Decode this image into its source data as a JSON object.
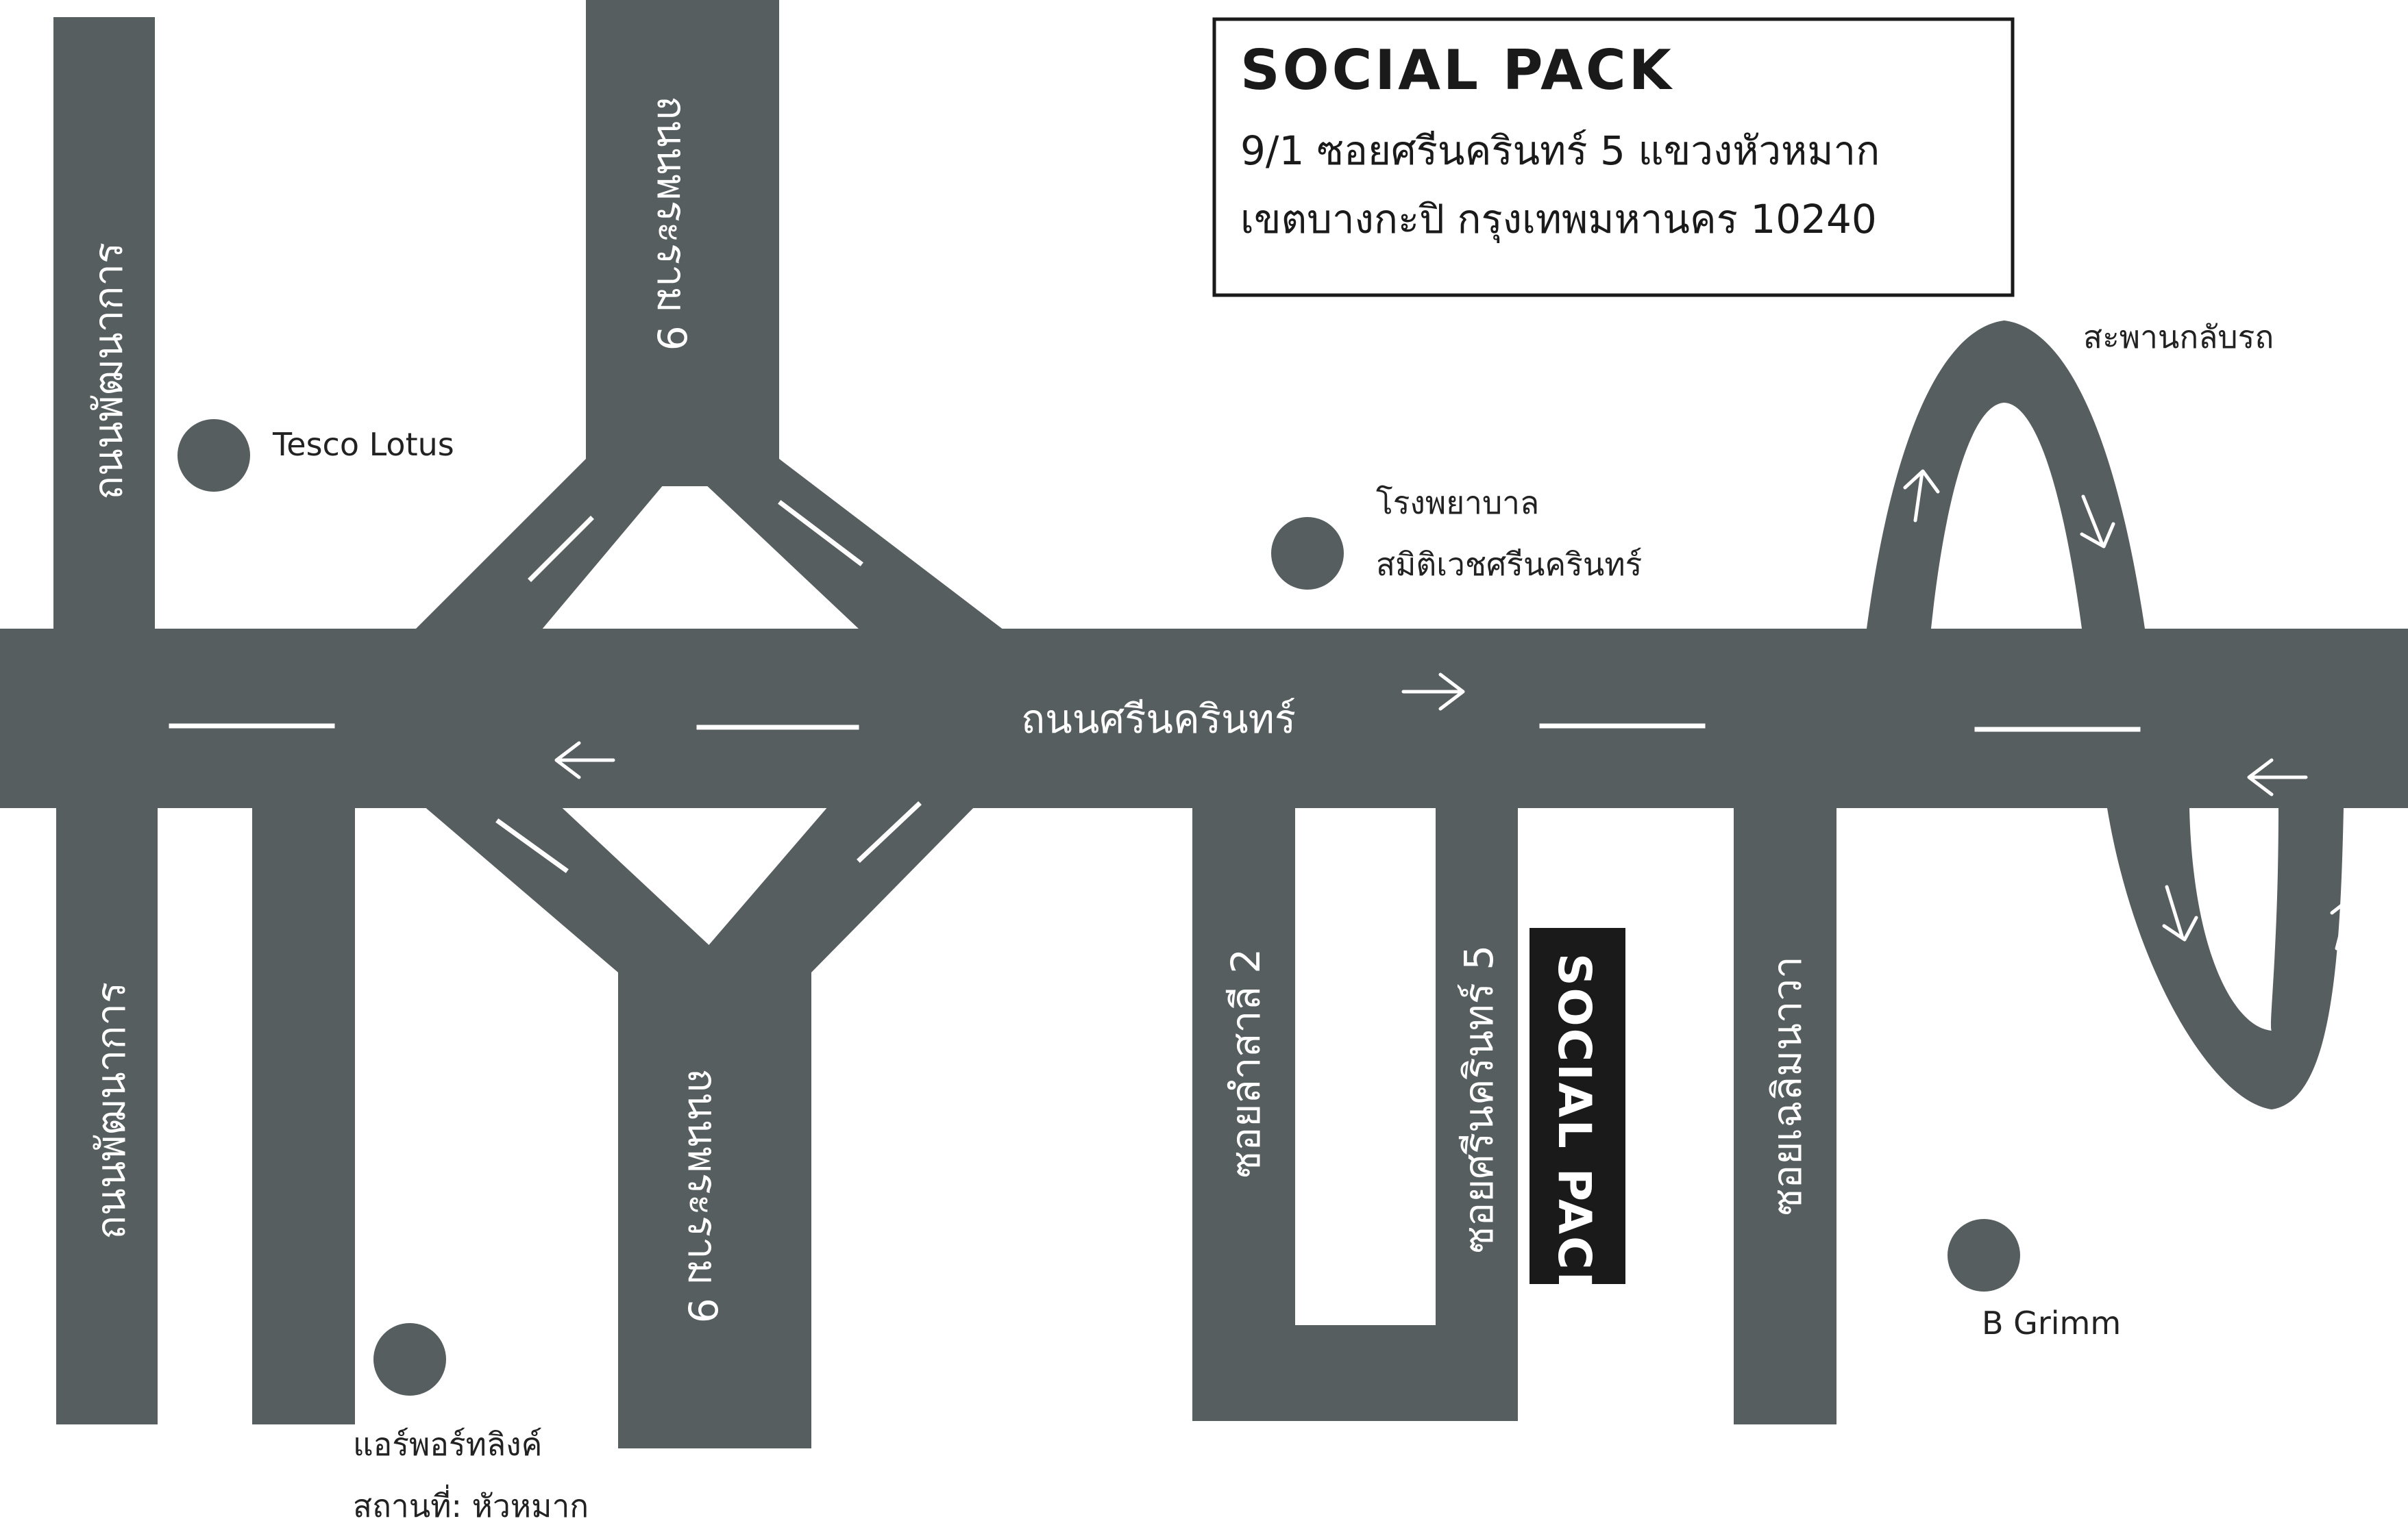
{
  "info_box": {
    "title": "SOCIAL PACK",
    "address_line1": "9/1 ซอยศรีนครินทร์ 5 แขวงหัวหมาก",
    "address_line2": "เขตบางกะปิ กรุงเทพมหานคร 10240"
  },
  "roads": {
    "srinakarin": "ถนนศรีนครินทร์",
    "pattanakarn_north": "ถนนพัฒนาการ",
    "pattanakarn_south": "ถนนพัฒนาการ",
    "rama9_north": "ถนนพระราม 9",
    "rama9_south": "ถนนพระราม 9",
    "soi_lamsali_2": "ซอยลำสาลี 2",
    "soi_srinakarin_5": "ซอยศรีนครินทร์ 5",
    "soi_chaloem_nawa": "ซอยเฉลิมนาวา"
  },
  "places": {
    "tesco": "Tesco Lotus",
    "hospital_line1": "โรงพยาบาล",
    "hospital_line2": "สมิติเวชศรีนครินทร์",
    "airport_link_line1": "แอร์พอร์ทลิงค์",
    "airport_link_line2": "สถานที่: หัวหมาก",
    "b_grimm": "B Grimm",
    "u_turn_bridge": "สะพานกลับรถ"
  },
  "destination_tag": "SOCIAL PACK",
  "colors": {
    "road": "#575e60",
    "tag": "#1a1a1a",
    "lane": "#ffffff"
  }
}
